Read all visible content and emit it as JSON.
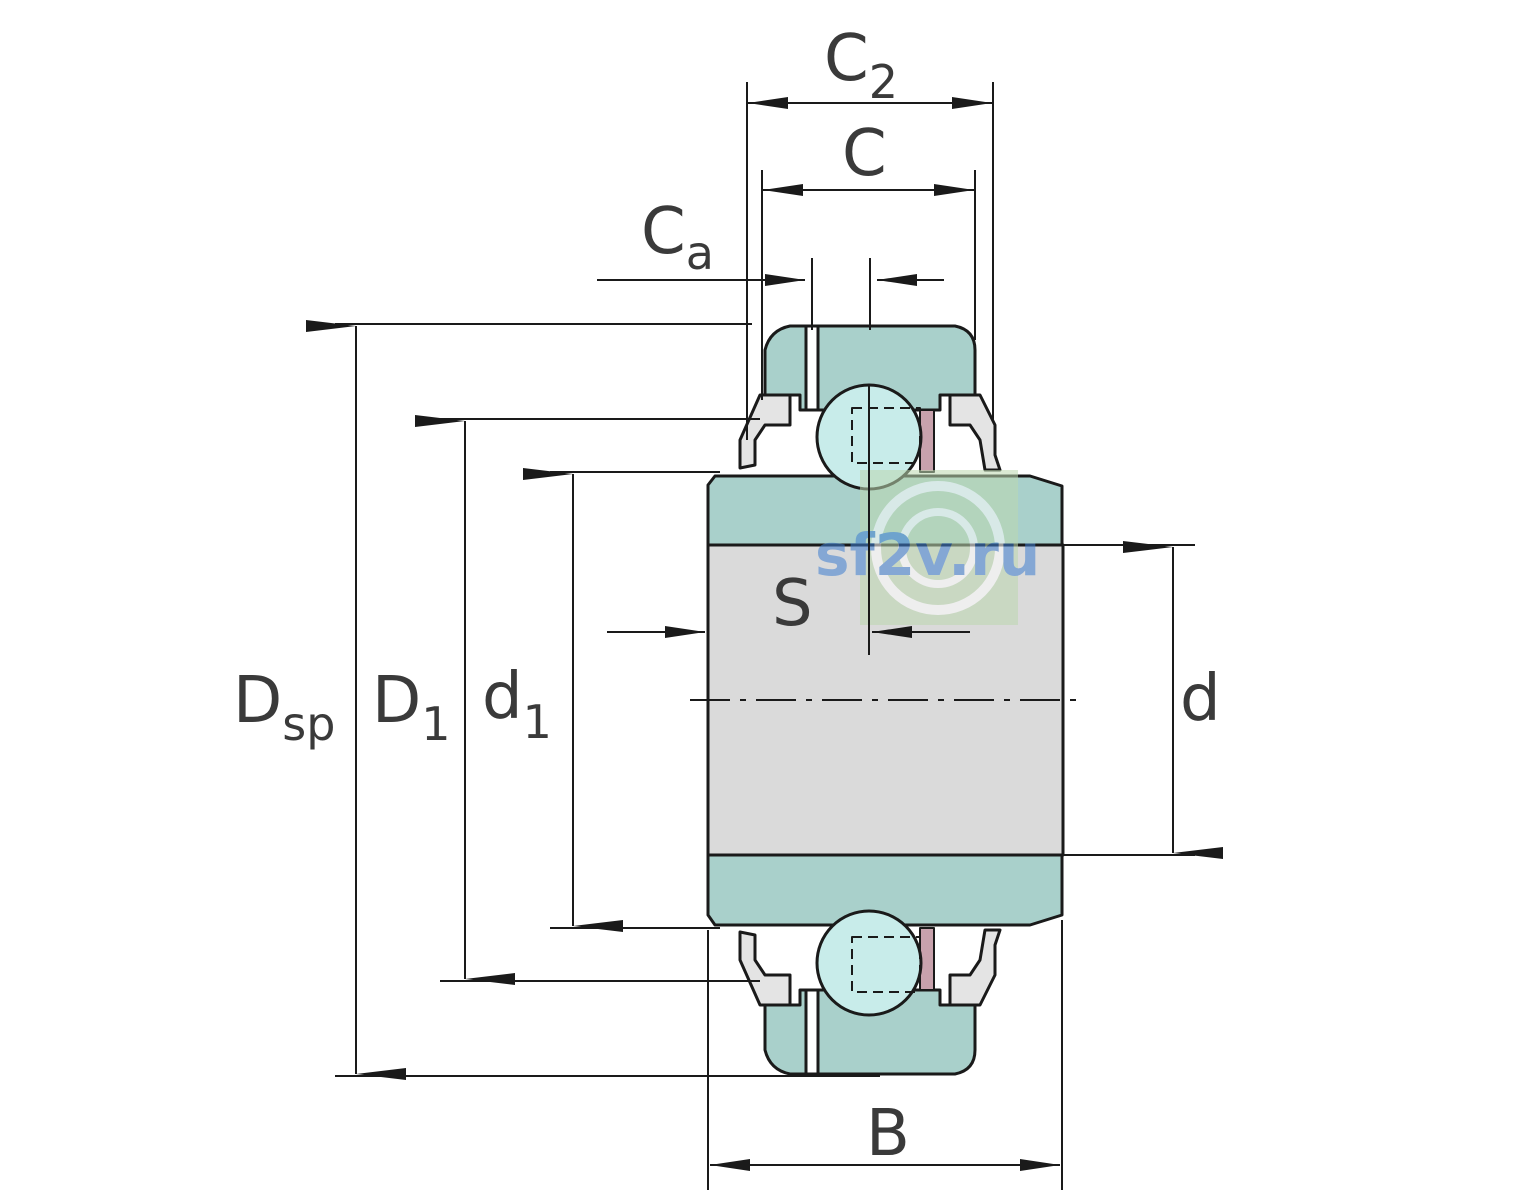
{
  "colors": {
    "ring": "#a9d0cb",
    "bore": "#dadada",
    "ball": "#c8ecea",
    "line": "#1a1a1a",
    "text": "#3a3a3a",
    "watermark": "#3f7fd0",
    "seal_accent": "#c8a2ad"
  },
  "labels": {
    "C2": {
      "main": "C",
      "sub": "2"
    },
    "C": {
      "main": "C"
    },
    "Ca": {
      "main": "C",
      "sub": "a"
    },
    "S": {
      "main": "S"
    },
    "Dsp": {
      "main": "D",
      "sub": "sp"
    },
    "D1": {
      "main": "D",
      "sub": "1"
    },
    "d1": {
      "main": "d",
      "sub": "1"
    },
    "d": {
      "main": "d"
    },
    "B": {
      "main": "B"
    }
  },
  "watermark": {
    "text": "sf2v.ru"
  }
}
